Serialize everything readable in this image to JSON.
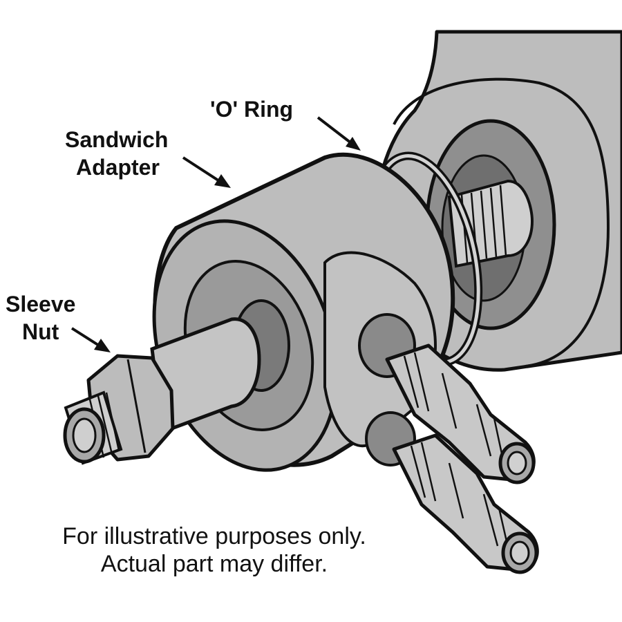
{
  "labels": {
    "o_ring": "'O' Ring",
    "sandwich_adapter": [
      "Sandwich",
      "Adapter"
    ],
    "sleeve_nut": [
      "Sleeve",
      "Nut"
    ]
  },
  "caption": {
    "line1": "For illustrative purposes only.",
    "line2": "Actual part may differ."
  },
  "colors": {
    "outline": "#111111",
    "part_fill": "#b9b9b9",
    "part_dark": "#8a8a8a",
    "part_light": "#cfcfcf",
    "background": "#ffffff"
  }
}
